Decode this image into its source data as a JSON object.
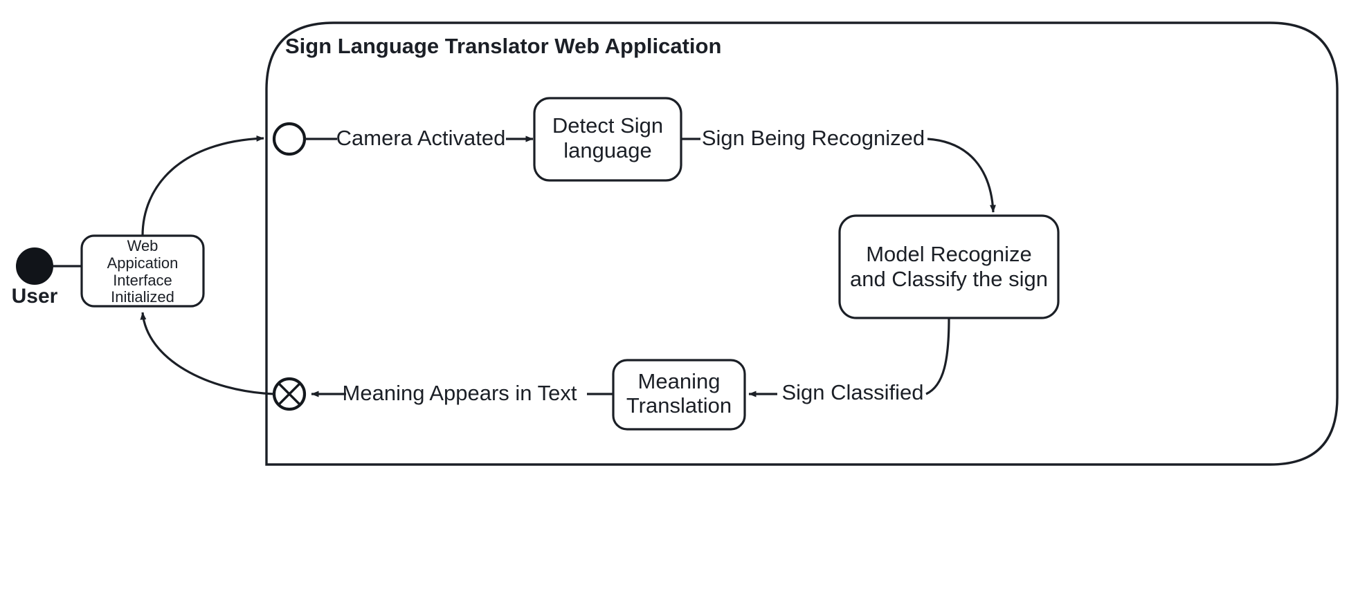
{
  "diagram": {
    "kind": "uml-state-diagram",
    "frame_title": "Sign Language Translator Web Application",
    "colors": {
      "stroke": "#1b1f26",
      "fill": "#ffffff",
      "background": "#ffffff"
    },
    "actor": {
      "label": "User",
      "node_name": "initial-state-node"
    },
    "states": [
      {
        "id": "web-app-interface",
        "lines": [
          "Web",
          "Appication",
          "Interface",
          "Initialized"
        ],
        "shape": "rounded-rect"
      },
      {
        "id": "detect-sign-language",
        "lines": [
          "Detect Sign",
          "language"
        ],
        "shape": "rounded-rect"
      },
      {
        "id": "model-recognize-classify",
        "lines": [
          "Model Recognize",
          "and Classify the sign"
        ],
        "shape": "rounded-rect"
      },
      {
        "id": "meaning-translation",
        "lines": [
          "Meaning",
          "Translation"
        ],
        "shape": "rounded-rect"
      }
    ],
    "pseudostates": [
      {
        "id": "start-node",
        "type": "initial-filled-circle"
      },
      {
        "id": "entry-node",
        "type": "hollow-circle"
      },
      {
        "id": "final-node",
        "type": "terminate-circle-cross"
      }
    ],
    "transitions": [
      {
        "id": "t1",
        "label": "Camera Activated",
        "from": "entry-node",
        "to": "detect-sign-language"
      },
      {
        "id": "t2",
        "label": "Sign Being Recognized",
        "from": "detect-sign-language",
        "to": "model-recognize-classify"
      },
      {
        "id": "t3",
        "label": "Sign Classified",
        "from": "model-recognize-classify",
        "to": "meaning-translation"
      },
      {
        "id": "t4",
        "label": "Meaning Appears in Text",
        "from": "meaning-translation",
        "to": "final-node"
      }
    ]
  }
}
